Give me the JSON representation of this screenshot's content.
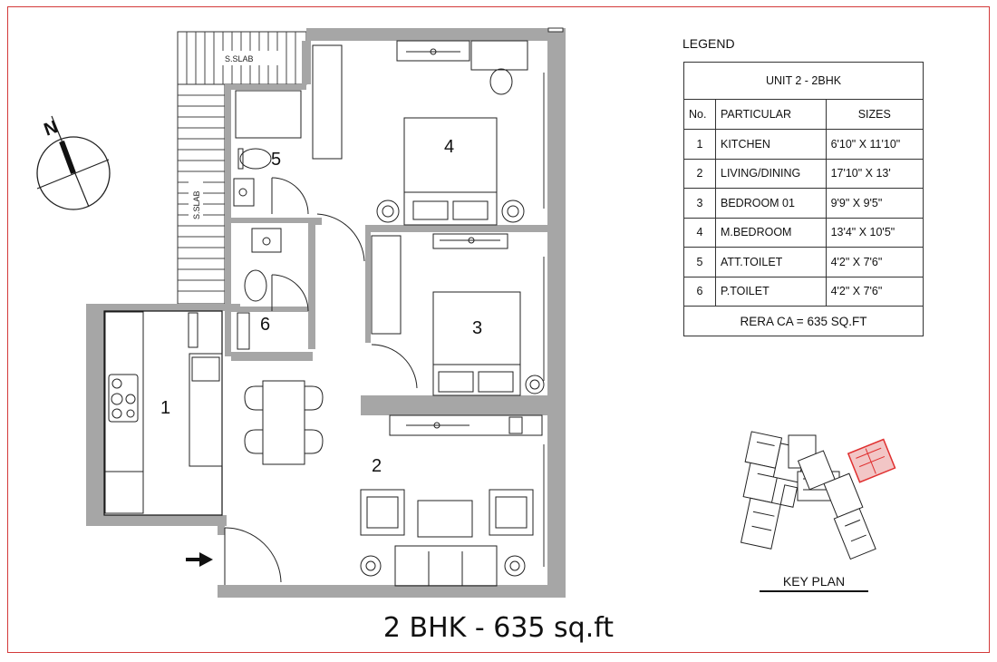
{
  "legend": {
    "title": "LEGEND",
    "unit": "UNIT 2 - 2BHK",
    "col_no": "No.",
    "col_particular": "PARTICULAR",
    "col_sizes": "SIZES",
    "rows": [
      {
        "no": "1",
        "particular": "KITCHEN",
        "size": "6'10\" X 11'10\""
      },
      {
        "no": "2",
        "particular": "LIVING/DINING",
        "size": "17'10\" X 13'"
      },
      {
        "no": "3",
        "particular": "BEDROOM 01",
        "size": "9'9\" X 9'5\""
      },
      {
        "no": "4",
        "particular": "M.BEDROOM",
        "size": "13'4\" X 10'5\""
      },
      {
        "no": "5",
        "particular": "ATT.TOILET",
        "size": "4'2\" X 7'6\""
      },
      {
        "no": "6",
        "particular": "P.TOILET",
        "size": "4'2\" X 7'6\""
      }
    ],
    "footer": "RERA CA = 635 SQ.FT"
  },
  "plan": {
    "north": "N",
    "slab_top": "S.SLAB",
    "slab_side": "S.SLAB",
    "rooms": {
      "r1": "1",
      "r2": "2",
      "r3": "3",
      "r4": "4",
      "r5": "5",
      "r6": "6"
    }
  },
  "key_plan": {
    "label": "KEY PLAN",
    "highlight_color": "#e03030"
  },
  "title": "2 BHK - 635 sq.ft"
}
